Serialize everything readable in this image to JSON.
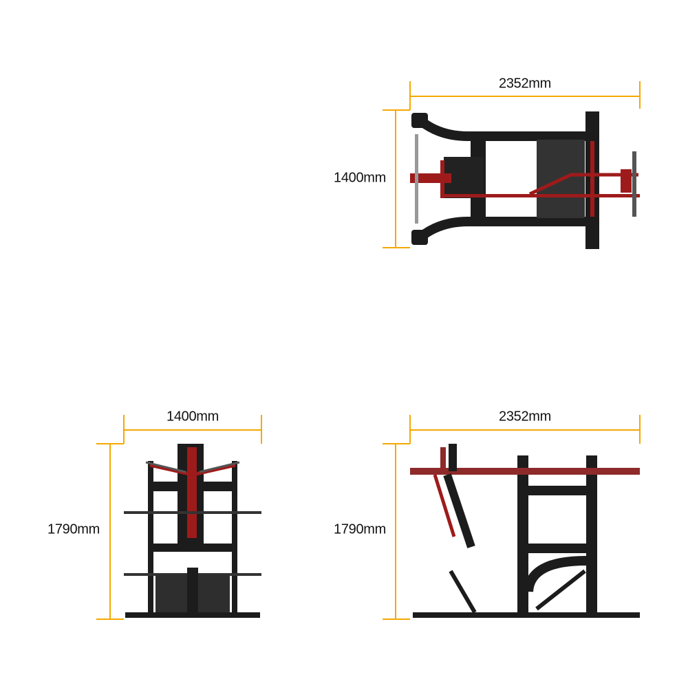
{
  "colors": {
    "dimension_line": "#f5a800",
    "frame": "#1c1c1c",
    "accent": "#9e1b1b",
    "pad": "#2e2e2e"
  },
  "views": {
    "top": {
      "width_label": "2352mm",
      "depth_label": "1400mm"
    },
    "front": {
      "width_label": "1400mm",
      "height_label": "1790mm"
    },
    "side": {
      "width_label": "2352mm",
      "height_label": "1790mm"
    }
  }
}
